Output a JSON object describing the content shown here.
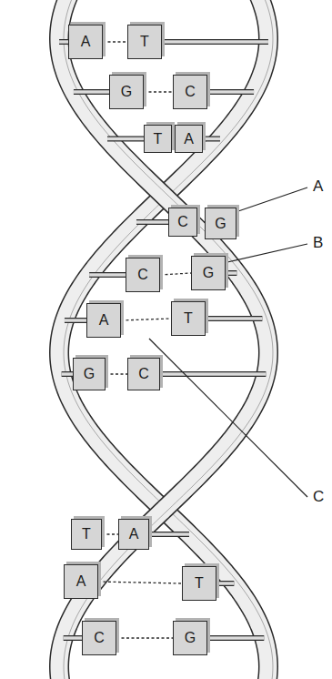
{
  "diagram": {
    "nodes": [
      {
        "text": [
          "A"
        ]
      },
      {
        "text": [
          "T"
        ]
      },
      {
        "text": [
          "G"
        ]
      },
      {
        "text": [
          "C"
        ]
      },
      {
        "text": [
          "T"
        ]
      },
      {
        "text": [
          "A"
        ]
      },
      {
        "text": [
          "C"
        ]
      },
      {
        "text": [
          "G"
        ]
      },
      {
        "text": [
          "C"
        ]
      },
      {
        "text": [
          "G"
        ]
      },
      {
        "text": [
          "A"
        ]
      },
      {
        "text": [
          "T"
        ]
      },
      {
        "text": [
          "G"
        ]
      },
      {
        "text": [
          "C"
        ]
      },
      {
        "text": [
          "T"
        ]
      },
      {
        "text": [
          "A"
        ]
      },
      {
        "text": [
          "A"
        ]
      },
      {
        "text": [
          "T"
        ]
      },
      {
        "text": [
          "C"
        ]
      },
      {
        "text": [
          "G"
        ]
      }
    ],
    "edges": [
      {
        "from": 0,
        "to": 1,
        "arrow": "none"
      },
      {
        "from": 2,
        "to": 3,
        "arrow": "none"
      },
      {
        "from": 8,
        "to": 9,
        "arrow": "none"
      },
      {
        "from": 10,
        "to": 11,
        "arrow": "none"
      },
      {
        "from": 12,
        "to": 13,
        "arrow": "none"
      },
      {
        "from": 14,
        "to": 15,
        "arrow": "none"
      },
      {
        "from": 16,
        "to": 17,
        "arrow": "none"
      },
      {
        "from": 18,
        "to": 19,
        "arrow": "none"
      }
    ],
    "labels": [
      "A",
      "B",
      "C"
    ]
  }
}
